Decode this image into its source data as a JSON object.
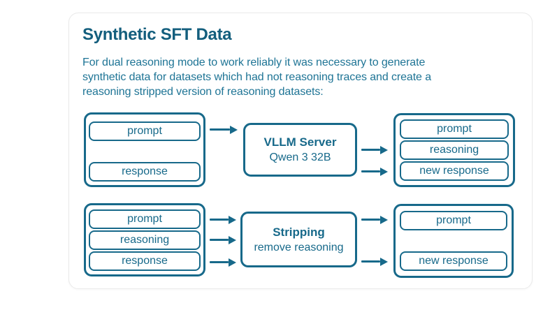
{
  "colors": {
    "teal": "#17698A",
    "title": "#135E7D",
    "body_text": "#1E7495",
    "card_border": "#EAEAEA",
    "background": "#FFFFFF"
  },
  "header": {
    "title": "Synthetic SFT Data",
    "description_lines": [
      "For dual reasoning mode to work reliably it was necessary to generate",
      "synthetic data for datasets which had not reasoning traces and create a",
      "reasoning stripped version of reasoning datasets:"
    ]
  },
  "flows": [
    {
      "input": {
        "items": [
          "prompt",
          "response"
        ]
      },
      "processor": {
        "title": "VLLM Server",
        "subtitle": "Qwen 3 32B"
      },
      "output": {
        "items": [
          "prompt",
          "reasoning",
          "new response"
        ]
      }
    },
    {
      "input": {
        "items": [
          "prompt",
          "reasoning",
          "response"
        ]
      },
      "processor": {
        "title": "Stripping",
        "subtitle": "remove reasoning"
      },
      "output": {
        "items": [
          "prompt",
          "new response"
        ]
      }
    }
  ]
}
